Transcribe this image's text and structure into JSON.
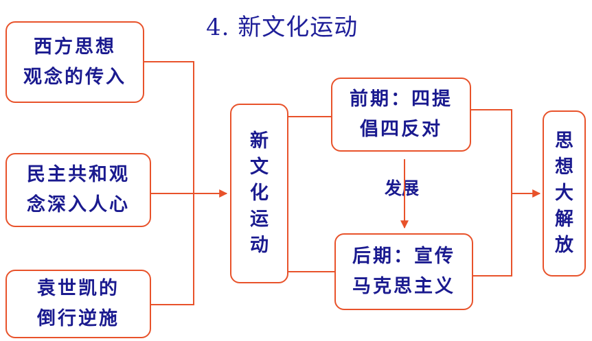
{
  "title": "4. 新文化运动",
  "causes": [
    {
      "line1": "西方思想",
      "line2": "观念的传入"
    },
    {
      "line1": "民主共和观",
      "line2": "念深入人心"
    },
    {
      "line1": "袁世凯的",
      "line2": "倒行逆施"
    }
  ],
  "movement": [
    "新",
    "文",
    "化",
    "运",
    "动"
  ],
  "early": {
    "line1": "前期：四提",
    "line2": "倡四反对"
  },
  "development_label": "发展",
  "late": {
    "line1": "后期：宣传",
    "line2": "马克思主义"
  },
  "result": [
    "思",
    "想",
    "大",
    "解",
    "放"
  ],
  "colors": {
    "border": "#e8522a",
    "text": "#1a1a8f",
    "title": "#1f1f99"
  }
}
